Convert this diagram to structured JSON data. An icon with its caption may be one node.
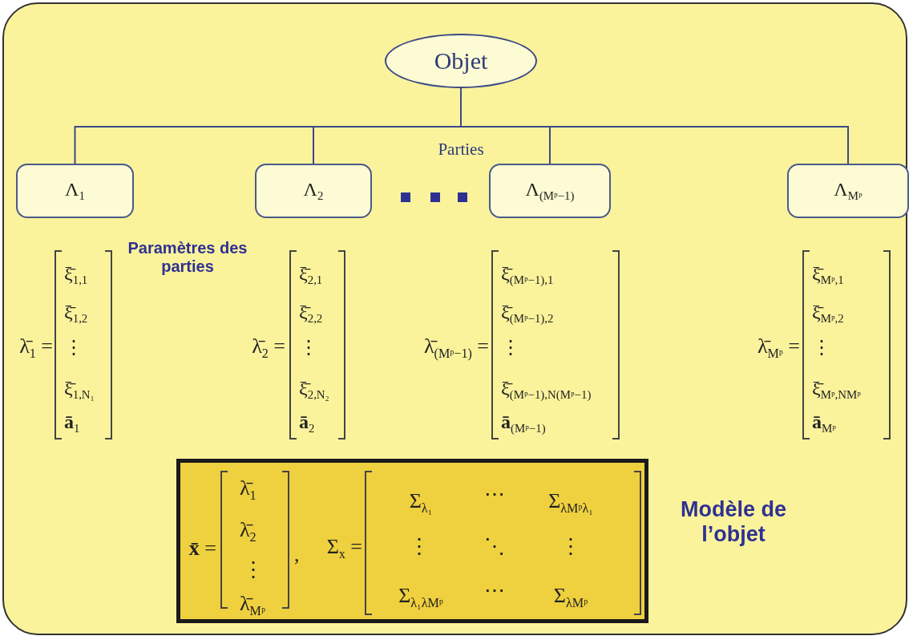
{
  "diagram": {
    "nodes": [
      {
        "text": [
          "Objet"
        ]
      },
      {
        "text": [
          "Λ$_{1}$"
        ]
      },
      {
        "text": [
          "Λ$_{2}$"
        ]
      },
      {
        "text": [
          "Λ$_{(Mᵖ−1)}$"
        ]
      },
      {
        "text": [
          "Λ$_{Mᵖ}$"
        ]
      },
      {
        "text": [
          "**x̄** =",
          "λ̄$_{1}$",
          "λ̄$_{2}$",
          "⋮",
          "λ̄$_{Mᵖ}$",
          ",",
          "Σ$_{x}$ =",
          "Σ$_{λ₁}$",
          "⋯",
          "Σ$_{λMᵖλ₁}$",
          "⋮",
          "⋱",
          "⋮",
          "Σ$_{λ₁λMᵖ}$",
          "⋯",
          "Σ$_{λMᵖ}$"
        ],
        "beside": [
          "Modèle de l’objet"
        ]
      }
    ],
    "edges": [
      {
        "from": 0,
        "to": 1,
        "arrow": "none"
      },
      {
        "from": 0,
        "to": 2,
        "arrow": "none"
      },
      {
        "from": 0,
        "to": 3,
        "arrow": "none"
      },
      {
        "from": 0,
        "to": 4,
        "arrow": "none"
      }
    ],
    "labels": [
      "Parties",
      "Paramètres des parties",
      "λ̄$_{1}$ =",
      "ξ̄$_{1,1}$",
      "ξ̄$_{1,2}$",
      "⋮",
      "ξ̄$_{1,N₁}$",
      "**ā**$_{1}$",
      "λ̄$_{2}$ =",
      "ξ̄$_{2,1}$",
      "ξ̄$_{2,2}$",
      "⋮",
      "ξ̄$_{2,N₂}$",
      "**ā**$_{2}$",
      "λ̄$_{(Mᵖ−1)}$ =",
      "ξ̄$_{(Mᵖ−1),1}$",
      "ξ̄$_{(Mᵖ−1),2}$",
      "⋮",
      "ξ̄$_{(Mᵖ−1),N(Mᵖ−1)}$",
      "**ā**$_{(Mᵖ−1)}$",
      "λ̄$_{Mᵖ}$ =",
      "ξ̄$_{Mᵖ,1}$",
      "ξ̄$_{Mᵖ,2}$",
      "⋮",
      "ξ̄$_{Mᵖ,NMᵖ}$",
      "**ā**$_{Mᵖ}$"
    ]
  }
}
